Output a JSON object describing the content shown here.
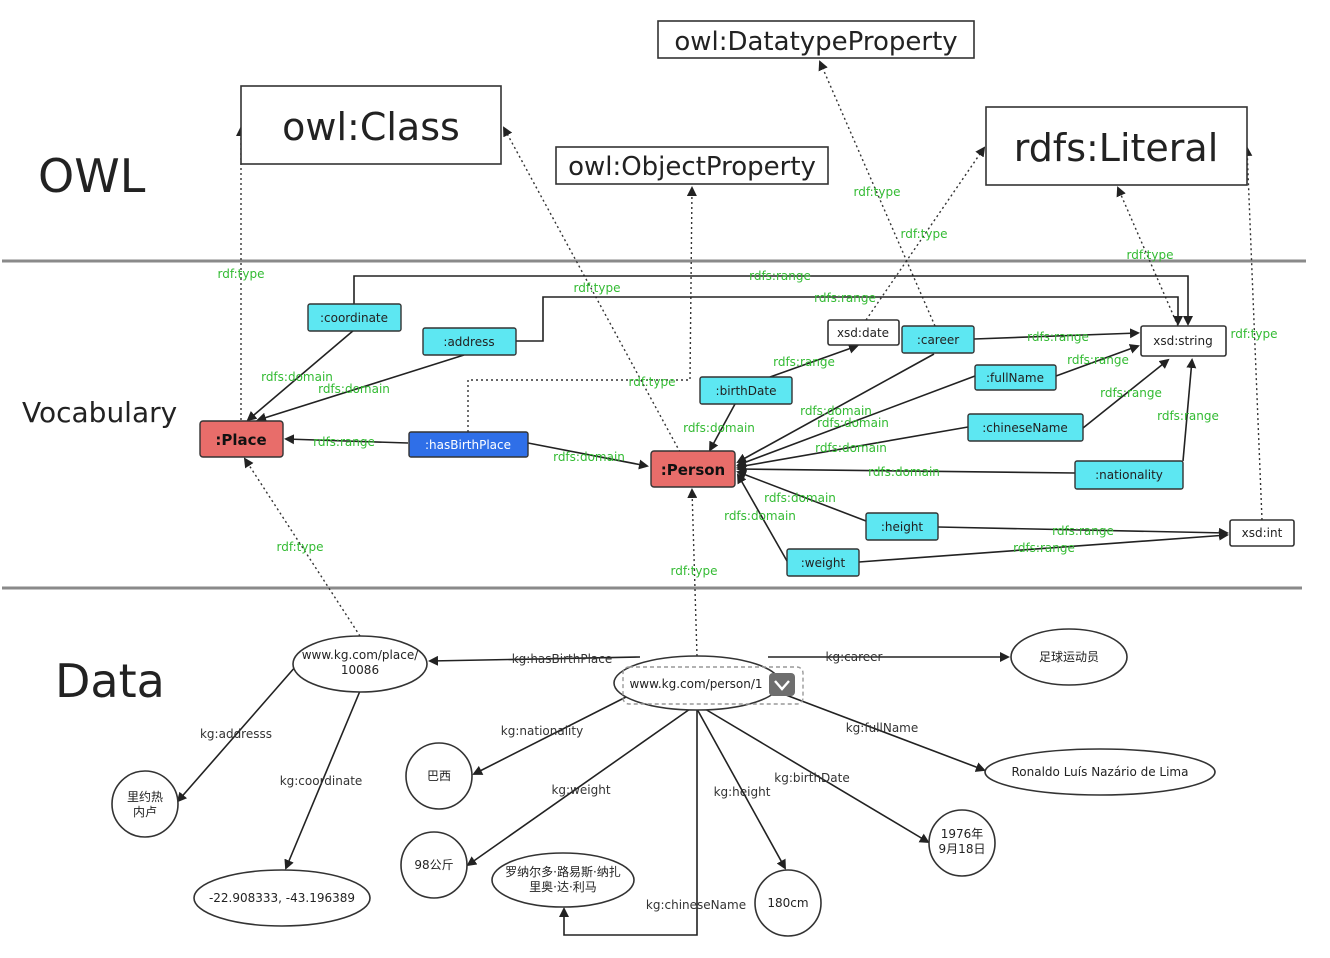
{
  "layers": {
    "owl": "OWL",
    "vocabulary": "Vocabulary",
    "data": "Data"
  },
  "owl_nodes": {
    "class": "owl:Class",
    "object_property": "owl:ObjectProperty",
    "datatype_property": "owl:DatatypeProperty",
    "literal": "rdfs:Literal"
  },
  "vocab_nodes": {
    "place": ":Place",
    "person": ":Person",
    "has_birth_place": ":hasBirthPlace",
    "coordinate": ":coordinate",
    "address": ":address",
    "birth_date": ":birthDate",
    "career": ":career",
    "full_name": ":fullName",
    "chinese_name": ":chineseName",
    "nationality": ":nationality",
    "height": ":height",
    "weight": ":weight",
    "xsd_date": "xsd:date",
    "xsd_string": "xsd:string",
    "xsd_int": "xsd:int"
  },
  "data_nodes": {
    "place_uri_line1": "www.kg.com/place/",
    "place_uri_line2": "10086",
    "person_uri": "www.kg.com/person/1",
    "career_value": "足球运动员",
    "full_name_value": "Ronaldo Luís Nazário de Lima",
    "address_line1": "里约热",
    "address_line2": "内卢",
    "coordinate_value": "-22.908333, -43.196389",
    "nationality_value": "巴西",
    "weight_value": "98公斤",
    "chinese_name_line1": "罗纳尔多·路易斯·纳扎",
    "chinese_name_line2": "里奥·达·利马",
    "height_value": "180cm",
    "birth_date_line1": "1976年",
    "birth_date_line2": "9月18日"
  },
  "edge_labels": {
    "rdf_type": "rdf:type",
    "rdfs_domain": "rdfs:domain",
    "rdfs_range": "rdfs:range",
    "kg_has_birth_place": "kg:hasBirthPlace",
    "kg_career": "kg:career",
    "kg_addresss": "kg:addresss",
    "kg_coordinate": "kg:coordinate",
    "kg_nationality": "kg:nationality",
    "kg_weight": "kg:weight",
    "kg_full_name": "kg:fullName",
    "kg_birth_date": "kg:birthDate",
    "kg_height": "kg:height",
    "kg_chinese_name": "kg:chineseName"
  },
  "colors": {
    "class_node": "#e86d6a",
    "property_node": "#5de7f2",
    "object_property_node": "#2f6fe8",
    "edge_label": "#33bb33"
  }
}
